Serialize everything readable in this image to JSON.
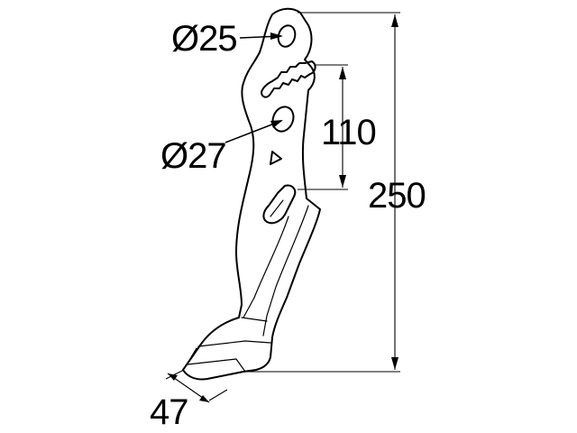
{
  "dimensions": {
    "hole_small": "Ø25",
    "hole_large": "Ø27",
    "slot_spacing": "110",
    "overall_height": "250",
    "blade_width": "47"
  },
  "colors": {
    "line": "#000000",
    "background": "#ffffff"
  }
}
